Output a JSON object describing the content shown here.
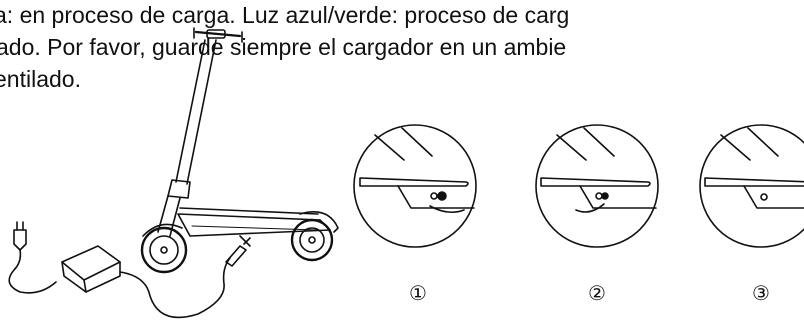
{
  "instructions": {
    "line1": "a: en proceso de carga. Luz azul/verde: proceso de carg",
    "line2": "ado. Por favor, guarde siempre el cargador en un ambie",
    "line3": "entilado."
  },
  "steps": [
    {
      "number": "1",
      "glyph": "①",
      "indicator": "charging-port-with-plug"
    },
    {
      "number": "2",
      "glyph": "②",
      "indicator": "charging-port-plug-removing"
    },
    {
      "number": "3",
      "glyph": "③",
      "indicator": "charging-port-closed"
    }
  ],
  "colors": {
    "line": "#111111",
    "background": "#ffffff"
  }
}
